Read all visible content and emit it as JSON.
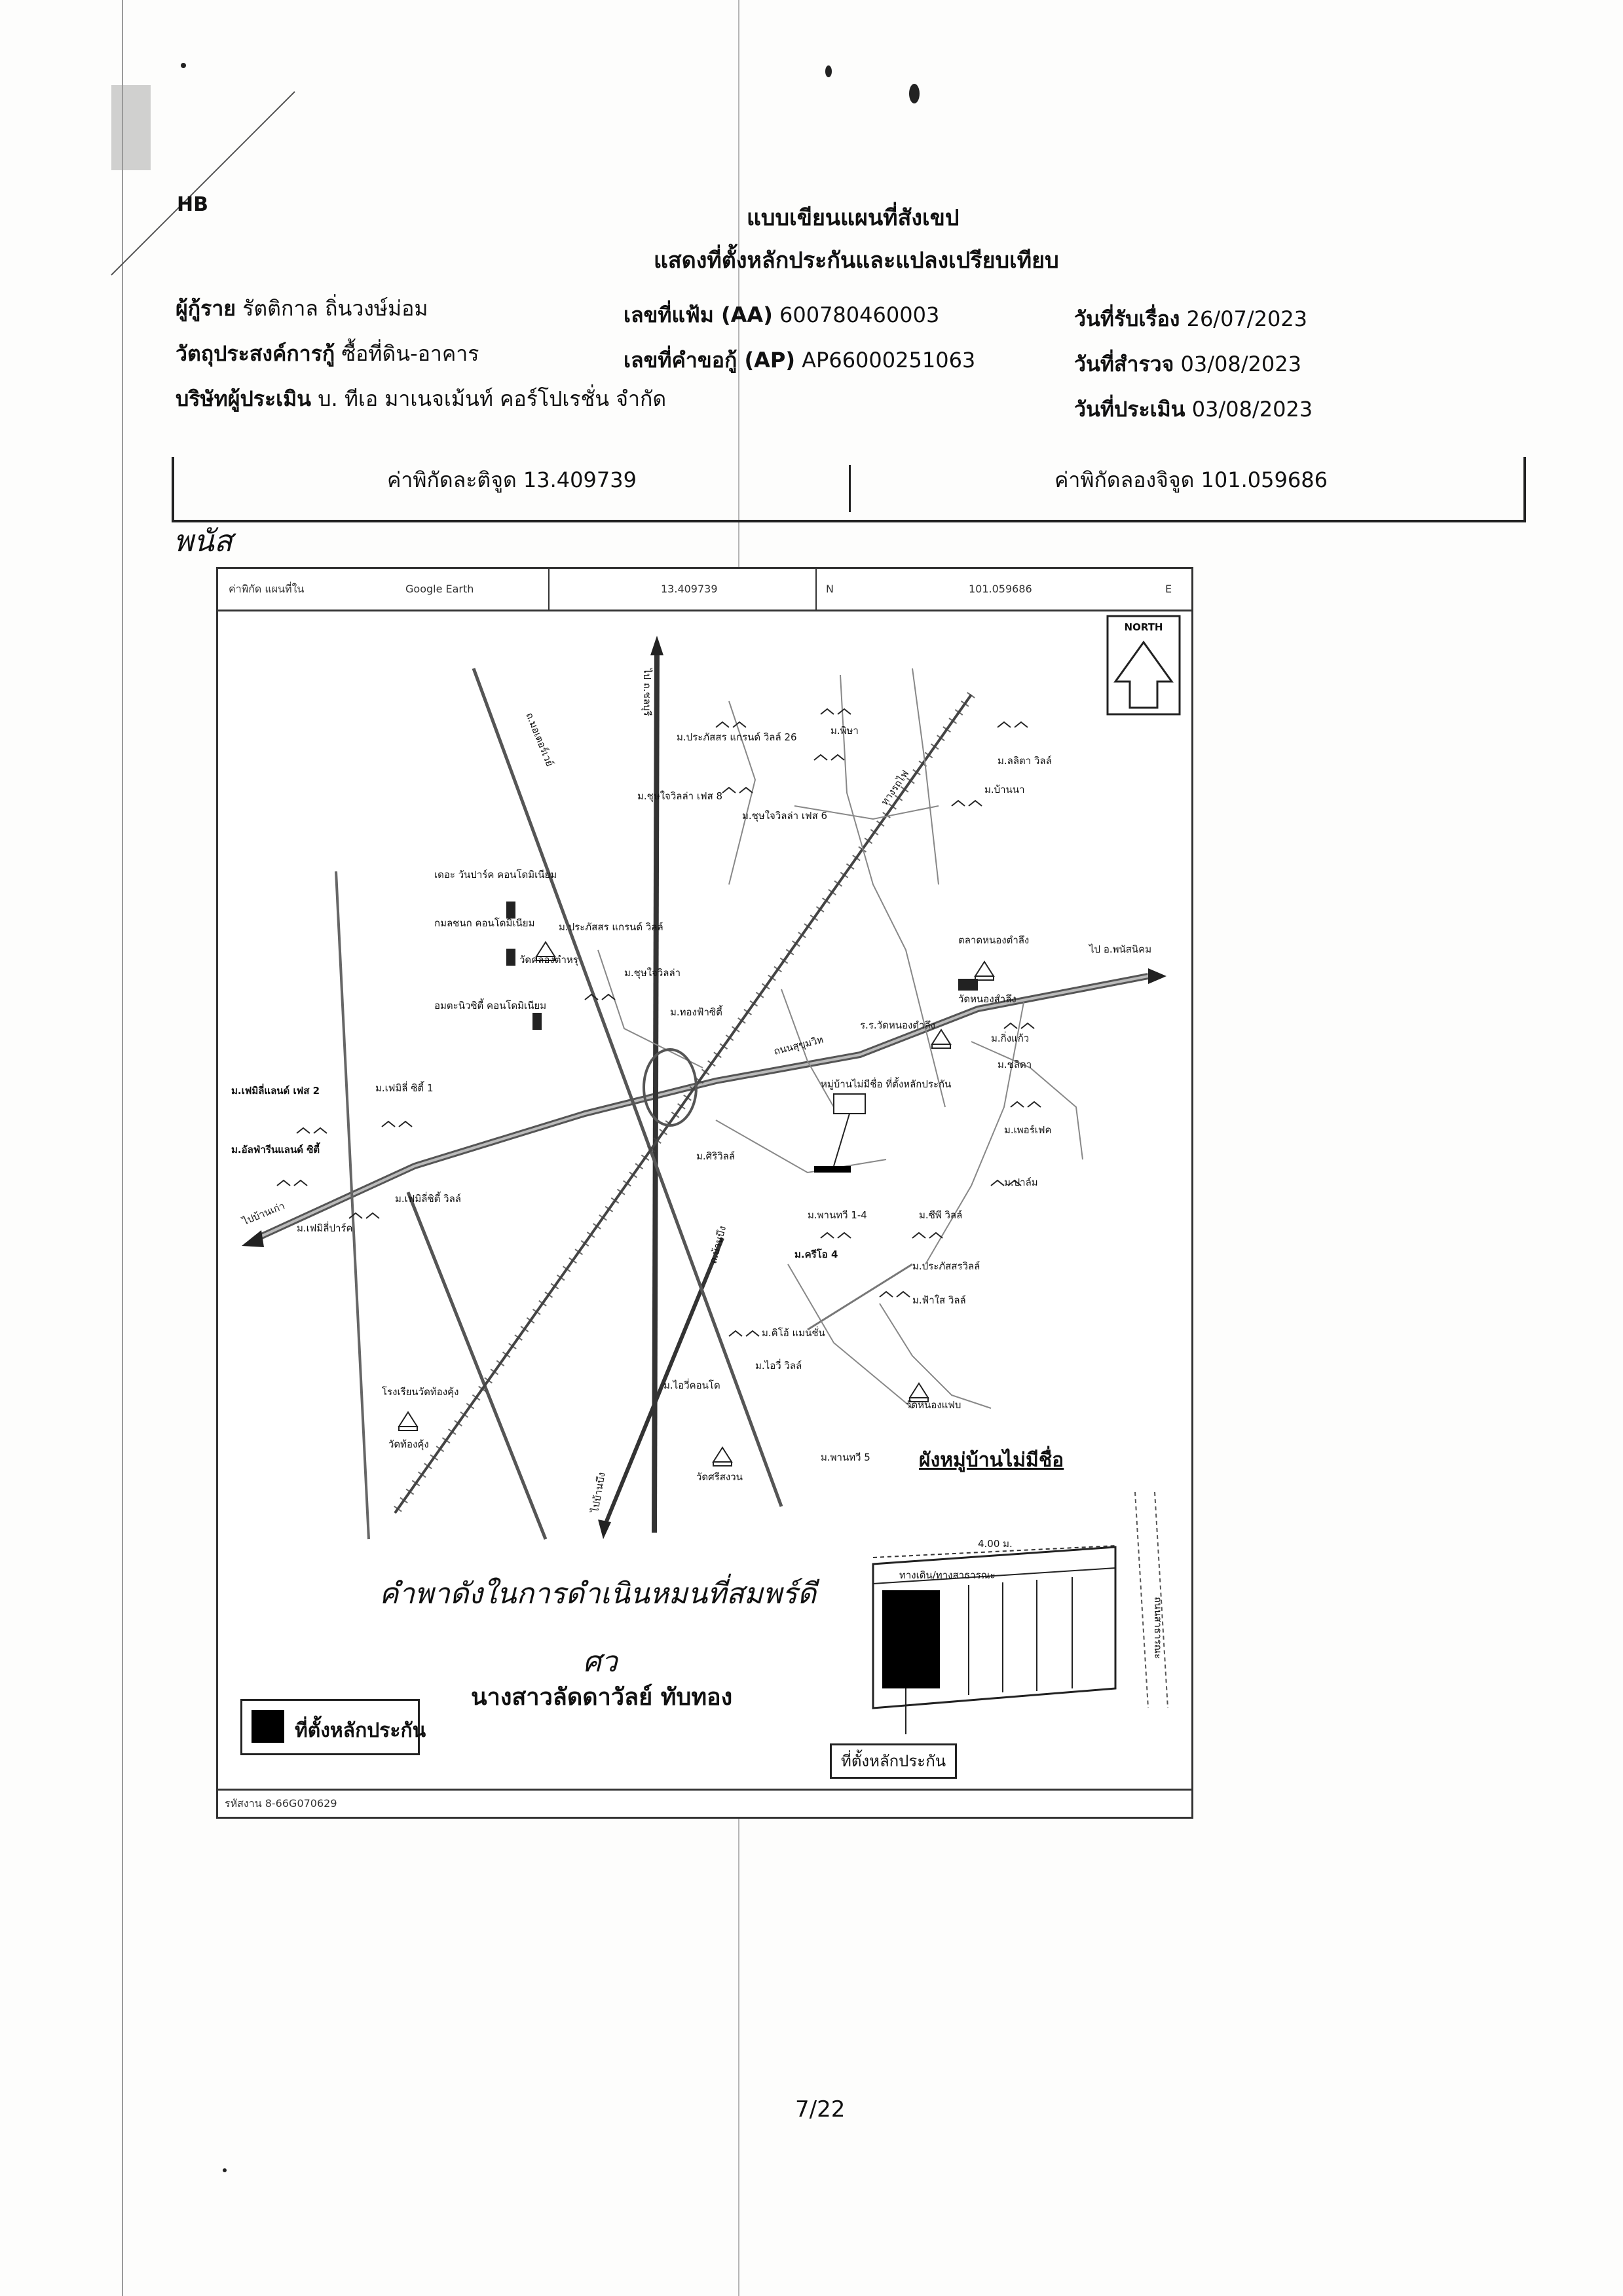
{
  "header": {
    "corner_mark": "HB",
    "title": "แบบเขียนแผนที่สังเขป",
    "subtitle": "แสดงที่ตั้งหลักประกันและแปลงเปรียบเทียบ"
  },
  "info": {
    "borrower_label": "ผู้กู้ราย",
    "borrower_value": "รัตติกาล ถิ่นวงษ์ม่อม",
    "purpose_label": "วัตถุประสงค์การกู้",
    "purpose_value": "ซื้อที่ดิน-อาคาร",
    "appraiser_label": "บริษัทผู้ประเมิน",
    "appraiser_value": "บ. ทีเอ มาเนจเม้นท์ คอร์โปเรชั่น จำกัด",
    "file_no_label": "เลขที่แฟ้ม (AA)",
    "file_no_value": "600780460003",
    "request_no_label": "เลขที่คำขอกู้ (AP)",
    "request_no_value": "AP66000251063",
    "received_label": "วันที่รับเรื่อง",
    "received_value": "26/07/2023",
    "survey_label": "วันที่สำรวจ",
    "survey_value": "03/08/2023",
    "appraisal_label": "วันที่ประเมิน",
    "appraisal_value": "03/08/2023"
  },
  "coordinates": {
    "lat_text": "ค่าพิกัดละติจูด 13.409739",
    "lng_text": "ค่าพิกัดลองจิจูด 101.059686"
  },
  "handwriting_top": "พนัส",
  "map": {
    "header": {
      "source_label": "ค่าพิกัด แผนที่ใน",
      "source_value": "Google Earth",
      "lat": "13.409739",
      "lat_unit": "N",
      "lng": "101.059686",
      "lng_unit": "E"
    },
    "north_label": "NORTH",
    "labels": {
      "to_phanat": "ไป อ.พนัสนิคม",
      "to_top": "ไป ถ.ชลบุรี",
      "to_bottom": "ไปบ้านบึง",
      "to_left": "ไปบ้านเก่า",
      "rail": "ทางรถไฟ",
      "wat_nong_tamlueng": "วัดหนองตำลึง",
      "wat_khlong_tamru": "วัดคลองตำหรุ",
      "wat_khao_kaew": "วัดหนองแฟบ",
      "wat_sriwaree": "วัดศรีสงวน",
      "wat_bangpla": "วัดท้องคุ้ง",
      "school": "ร.ร.วัดหนองตำลึง",
      "temple_main": "วัดหนองสำลึง",
      "market": "ตลาดหนองตำลึง",
      "moo_1": "ม.ประภัสสร แกรนด์ วิลล์ 26",
      "moo_2": "ม.พิษา",
      "moo_3": "ม.ลลิตา วิลล์",
      "moo_4": "ม.ชุษใจวิลล่า เฟส 8",
      "moo_5": "ม.ชุษใจวิลล่า เฟส 6",
      "moo_6": "ม.ประภัสสร แกรนด์ วิลล์",
      "moo_7": "ม.ชุษใจวิลล่า",
      "moo_8": "ม.ทองฟ้าซิตี้",
      "moo_9": "ม.เฟมิลี่แลนด์ เฟส 2",
      "moo_10": "ม.เฟมิลี่ ซิตี้ 1",
      "moo_11": "ม.อัลฟ่ารีนแลนด์ ซิตี้",
      "moo_12": "ม.เฟมิลี่ปาร์ค",
      "moo_13": "ม.เฟมิลี่ซิตี้ วิลล์",
      "moo_14": "ม.พานทวี 1-4",
      "moo_15": "ม.ซีพี วิลล์",
      "moo_16": "ม.ประภัสสรวิลล์",
      "moo_17": "ม.ฟ้าใส วิลล์",
      "moo_18": "ม.คิโอ้ แมนชั่น",
      "moo_19": "ม.ไอวี่ วิลล์",
      "moo_20": "ม.ไอวี่คอนโด",
      "moo_21": "ม.พานทวี 5",
      "moo_22": "ม.กิ่งแก้ว",
      "moo_23": "ม.ชลิดา",
      "moo_24": "ม.บ้านนา",
      "moo_25": "ม.เพอร์เฟค",
      "moo_26": "ม.ปาล์ม",
      "moo_27": "ม.ศิริวิลล์",
      "moo_28": "ม.ครีโอ 4",
      "condo_1": "เดอะ วันปาร์ค คอนโดมิเนียม",
      "condo_2": "กมลชนก คอนโดมิเนียม",
      "condo_3": "อมตะนิวซิตี้ คอนโดมิเนียม",
      "road_main": "ถนนสุขุมวิท",
      "road_diag": "ถ.มอเตอร์เวย์",
      "road_local": "ถ.บ้านบึง",
      "school_2": "โรงเรียนวัดท้องคุ้ง",
      "pin_label": "หมู่บ้านไม่มีชื่อ ที่ตั้งหลักประกัน"
    },
    "footer_code": "รหัสงาน 8-66G070629"
  },
  "legend": {
    "label": "ที่ตั้งหลักประกัน"
  },
  "village_note": "ผังหมู่บ้านไม่มีชื่อ",
  "signature": {
    "script": "คำพาดังในการดำเนินหมนที่สมพร์ดี",
    "initial": "ศว",
    "name": "นางสาวลัดดาวัลย์  ทับทอง"
  },
  "inset": {
    "caption": "ที่ตั้งหลักประกัน",
    "road_label": "ทางเดิน/ทางสาธารณะ",
    "side_road_label": "ถนนสาธารณะ",
    "dimension": "4.00 ม."
  },
  "page_number": "7/22"
}
